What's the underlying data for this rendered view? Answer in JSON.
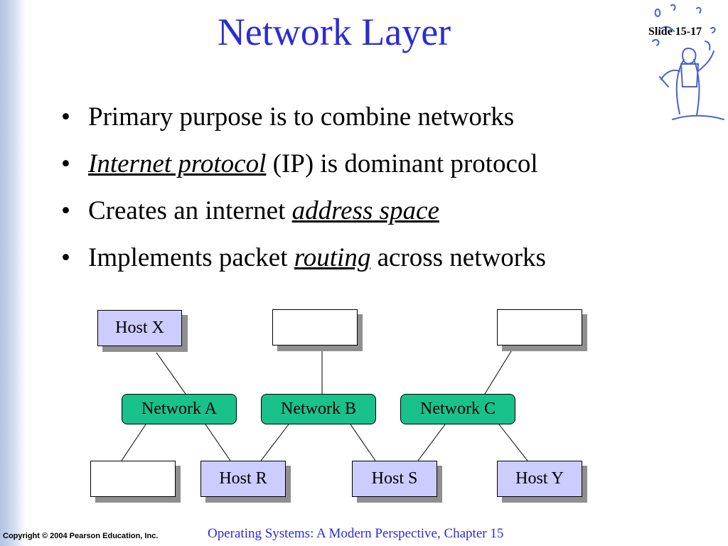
{
  "slide": {
    "title": "Network Layer",
    "slide_number": "Slide 15-17",
    "bullet_symbol": "•",
    "bullets": [
      {
        "text": "Primary purpose is to combine networks"
      },
      {
        "em": "Internet protocol",
        "after": " (IP) is dominant protocol"
      },
      {
        "before": "Creates an internet ",
        "em": "address space"
      },
      {
        "before": "Implements packet ",
        "em": "routing",
        "after": " across networks"
      }
    ]
  },
  "diagram": {
    "hosts": {
      "host_x": "Host X",
      "top_middle": "",
      "top_right": "",
      "bottom_left": "",
      "host_r": "Host R",
      "host_s": "Host S",
      "host_y": "Host Y"
    },
    "networks": {
      "a": "Network A",
      "b": "Network B",
      "c": "Network C"
    },
    "colors": {
      "host_fill": "#ccccff",
      "network_fill": "#19c28a",
      "title_blue": "#2b2bd6"
    }
  },
  "footer": {
    "copyright": "Copyright © 2004 Pearson Education, Inc.",
    "book": "Operating Systems: A Modern Perspective, Chapter 15"
  },
  "decor": {
    "clipart": "musician-clipart"
  }
}
